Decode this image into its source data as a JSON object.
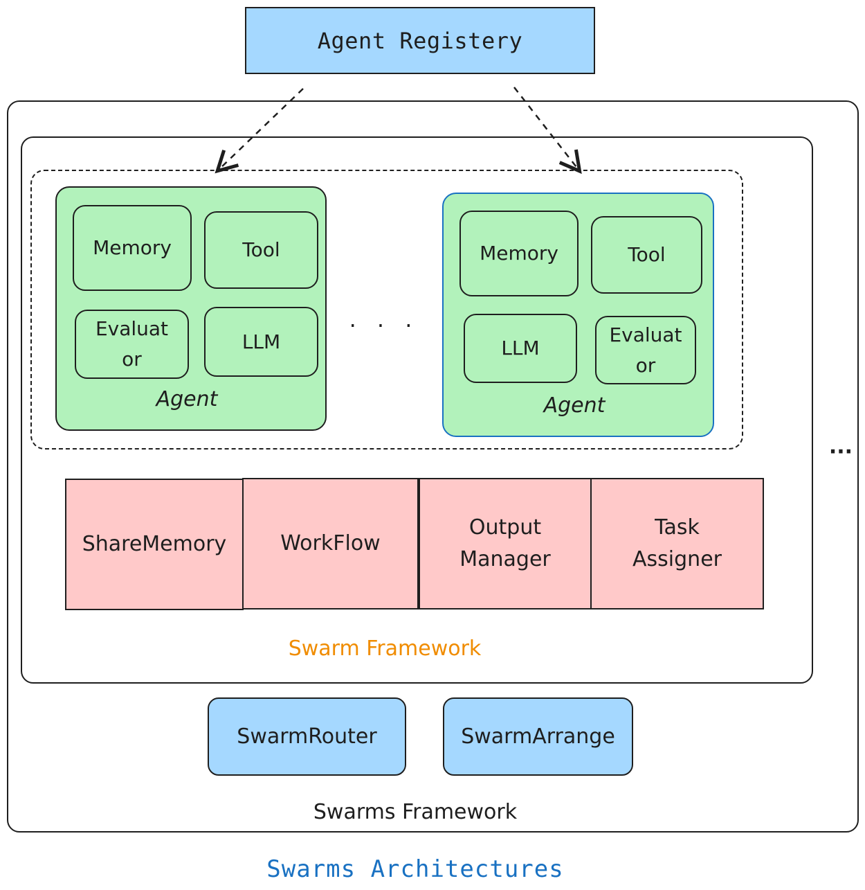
{
  "registry": {
    "label": "Agent Registery"
  },
  "agents": [
    {
      "memory": "Memory",
      "tool": "Tool",
      "evaluator_line1": "Evaluat",
      "evaluator_line2": "or",
      "llm": "LLM",
      "label": "Agent"
    },
    {
      "memory": "Memory",
      "tool": "Tool",
      "llm": "LLM",
      "evaluator_line1": "Evaluat",
      "evaluator_line2": "or",
      "label": "Agent"
    }
  ],
  "agent_ellipsis": "· · ·",
  "side_ellipsis": "···",
  "modules": {
    "share_memory": "ShareMemory",
    "workflow": "WorkFlow",
    "output_manager_line1": "Output",
    "output_manager_line2": "Manager",
    "task_assigner_line1": "Task",
    "task_assigner_line2": "Assigner"
  },
  "swarm_framework_label": "Swarm Framework",
  "routers": {
    "swarm_router": "SwarmRouter",
    "swarm_arrange": "SwarmArrange"
  },
  "swarms_framework_label": "Swarms Framework",
  "title": "Swarms Architectures",
  "colors": {
    "registry_fill": "#a5d8ff",
    "agent_fill": "#b2f2bb",
    "module_fill": "#ffc9c9",
    "swarm_framework_text": "#f08c00",
    "title_text": "#1971c2",
    "highlight_border": "#1971c2"
  }
}
